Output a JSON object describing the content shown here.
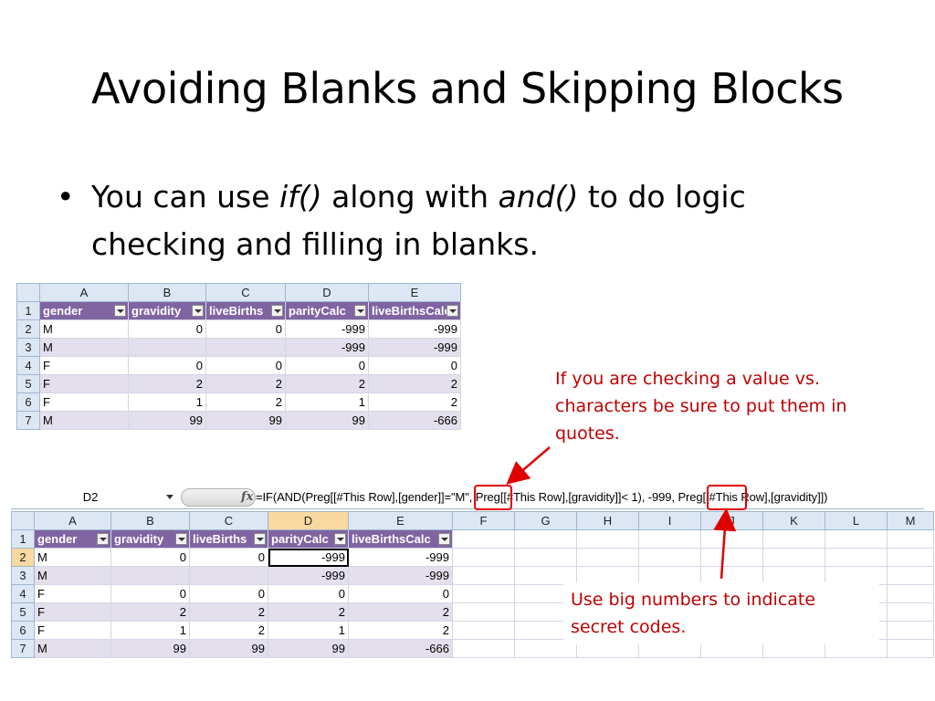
{
  "slide": {
    "title": "Avoiding Blanks and Skipping Blocks",
    "bullet": {
      "dot": "•",
      "p1": "You can use ",
      "if": "if()",
      "p2": " along with ",
      "and": "and()",
      "p3": " to do logic checking and filling in blanks."
    }
  },
  "sheet": {
    "columns": [
      "A",
      "B",
      "C",
      "D",
      "E"
    ],
    "columns_wide": [
      "A",
      "B",
      "C",
      "D",
      "E",
      "F",
      "G",
      "H",
      "I",
      "J",
      "K",
      "L",
      "M"
    ],
    "headers": [
      "gender",
      "gravidity",
      "liveBirths",
      "parityCalc",
      "liveBirthsCalc"
    ],
    "row_numbers": [
      "1",
      "2",
      "3",
      "4",
      "5",
      "6",
      "7"
    ],
    "rows": [
      [
        "M",
        "0",
        "0",
        "-999",
        "-999"
      ],
      [
        "M",
        "",
        "",
        "-999",
        "-999"
      ],
      [
        "F",
        "0",
        "0",
        "0",
        "0"
      ],
      [
        "F",
        "2",
        "2",
        "2",
        "2"
      ],
      [
        "F",
        "1",
        "2",
        "1",
        "2"
      ],
      [
        "M",
        "99",
        "99",
        "99",
        "-666"
      ]
    ]
  },
  "formula_bar": {
    "name_box": "D2",
    "fx": "fx",
    "formula": "=IF(AND(Preg[[#This Row],[gender]]=\"M\", Preg[[#This Row],[gravidity]]< 1), -999, Preg[[#This Row],[gravidity]])"
  },
  "notes": {
    "quotes": "If you are checking a value vs. characters be sure to put them in quotes.",
    "codes": "Use big numbers to indicate secret codes."
  },
  "colors": {
    "accent_red": "#c00000",
    "table_header": "#8064a2",
    "band": "#e4dfec"
  }
}
